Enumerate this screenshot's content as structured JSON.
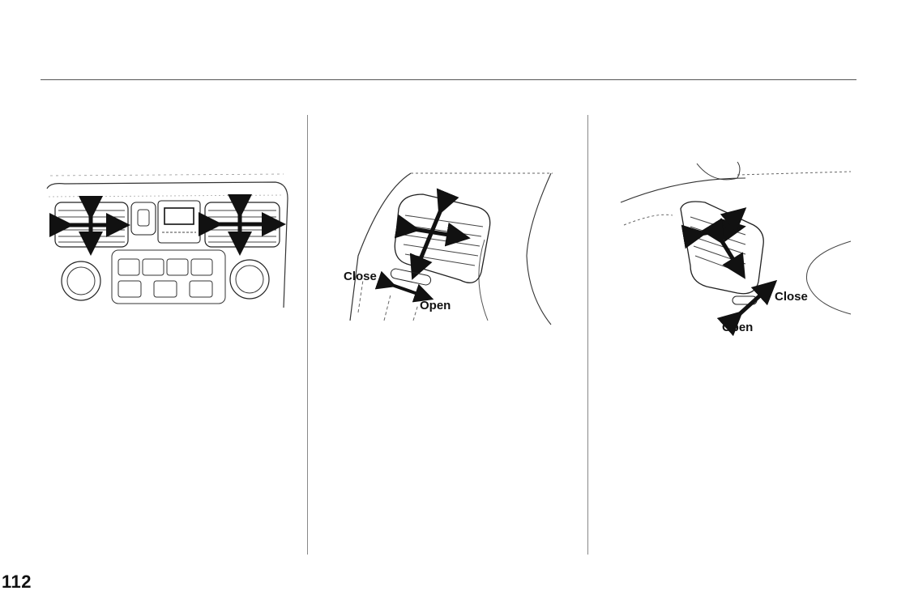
{
  "page": {
    "number": "112"
  },
  "figures": {
    "center_dash_vents": {
      "arrow_icon": "double-arrow-icon"
    },
    "driver_side_vent": {
      "close_label": "Close",
      "open_label": "Open"
    },
    "passenger_side_vent": {
      "close_label": "Close",
      "open_label": "Open"
    }
  },
  "colors": {
    "ink": "#111111",
    "rule": "#555555"
  }
}
